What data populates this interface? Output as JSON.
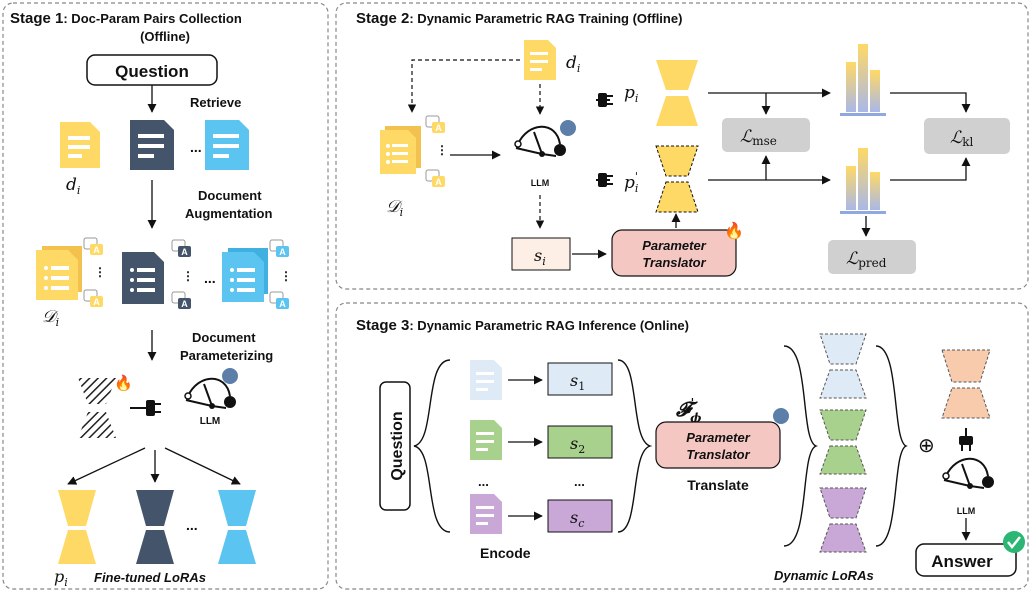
{
  "stage1": {
    "title_prefix": "Stage 1",
    "title_rest": ": Doc-Param Pairs Collection",
    "title_line2": "(Offline)",
    "question": "Question",
    "retrieve": "Retrieve",
    "doc_label": "d",
    "doc_sub": "i",
    "ellipsis": "...",
    "aug_line1": "Document",
    "aug_line2": "Augmentation",
    "aug_doc_label": "𝒟",
    "param_line1": "Document",
    "param_line2": "Parameterizing",
    "llm": "LLM",
    "lora_label": "p",
    "lora_caption": "Fine-tuned LoRAs"
  },
  "stage2": {
    "title_prefix": "Stage 2",
    "title_rest": ": Dynamic Parametric RAG Training (Offline)",
    "doc_label": "d",
    "sub": "i",
    "aug_doc_label": "𝒟",
    "llm": "LLM",
    "p_label": "p",
    "p_prime": "'",
    "loss_mse": "ℒ",
    "loss_mse_sub": "mse",
    "loss_kl": "ℒ",
    "loss_kl_sub": "kl",
    "loss_pred": "ℒ",
    "loss_pred_sub": "pred",
    "s_label": "s",
    "translator_line1": "Parameter",
    "translator_line2": "Translator"
  },
  "stage3": {
    "title_prefix": "Stage 3",
    "title_rest": ": Dynamic Parametric RAG Inference (Online)",
    "question": "Question",
    "s1": "s",
    "s1_sub": "1",
    "s2": "s",
    "s2_sub": "2",
    "sc": "s",
    "sc_sub": "c",
    "ellipsis": "...",
    "encode": "Encode",
    "f_symbol": "𝓕",
    "f_sub": "ϕ",
    "f_prime": "'",
    "translator_line1": "Parameter",
    "translator_line2": "Translator",
    "translate": "Translate",
    "dynamic_loras": "Dynamic LoRAs",
    "oplus": "⊕",
    "llm": "LLM",
    "answer": "Answer"
  },
  "colors": {
    "yellow": "#FFD966",
    "dark": "#44546A",
    "blue": "#5BC4F0",
    "pink": "#F4C7C3",
    "green": "#A9D18E",
    "purple": "#C9A7D6",
    "peach": "#F8CBAD",
    "lightblue": "#DEEBF7",
    "gray": "#D0D0D0"
  }
}
